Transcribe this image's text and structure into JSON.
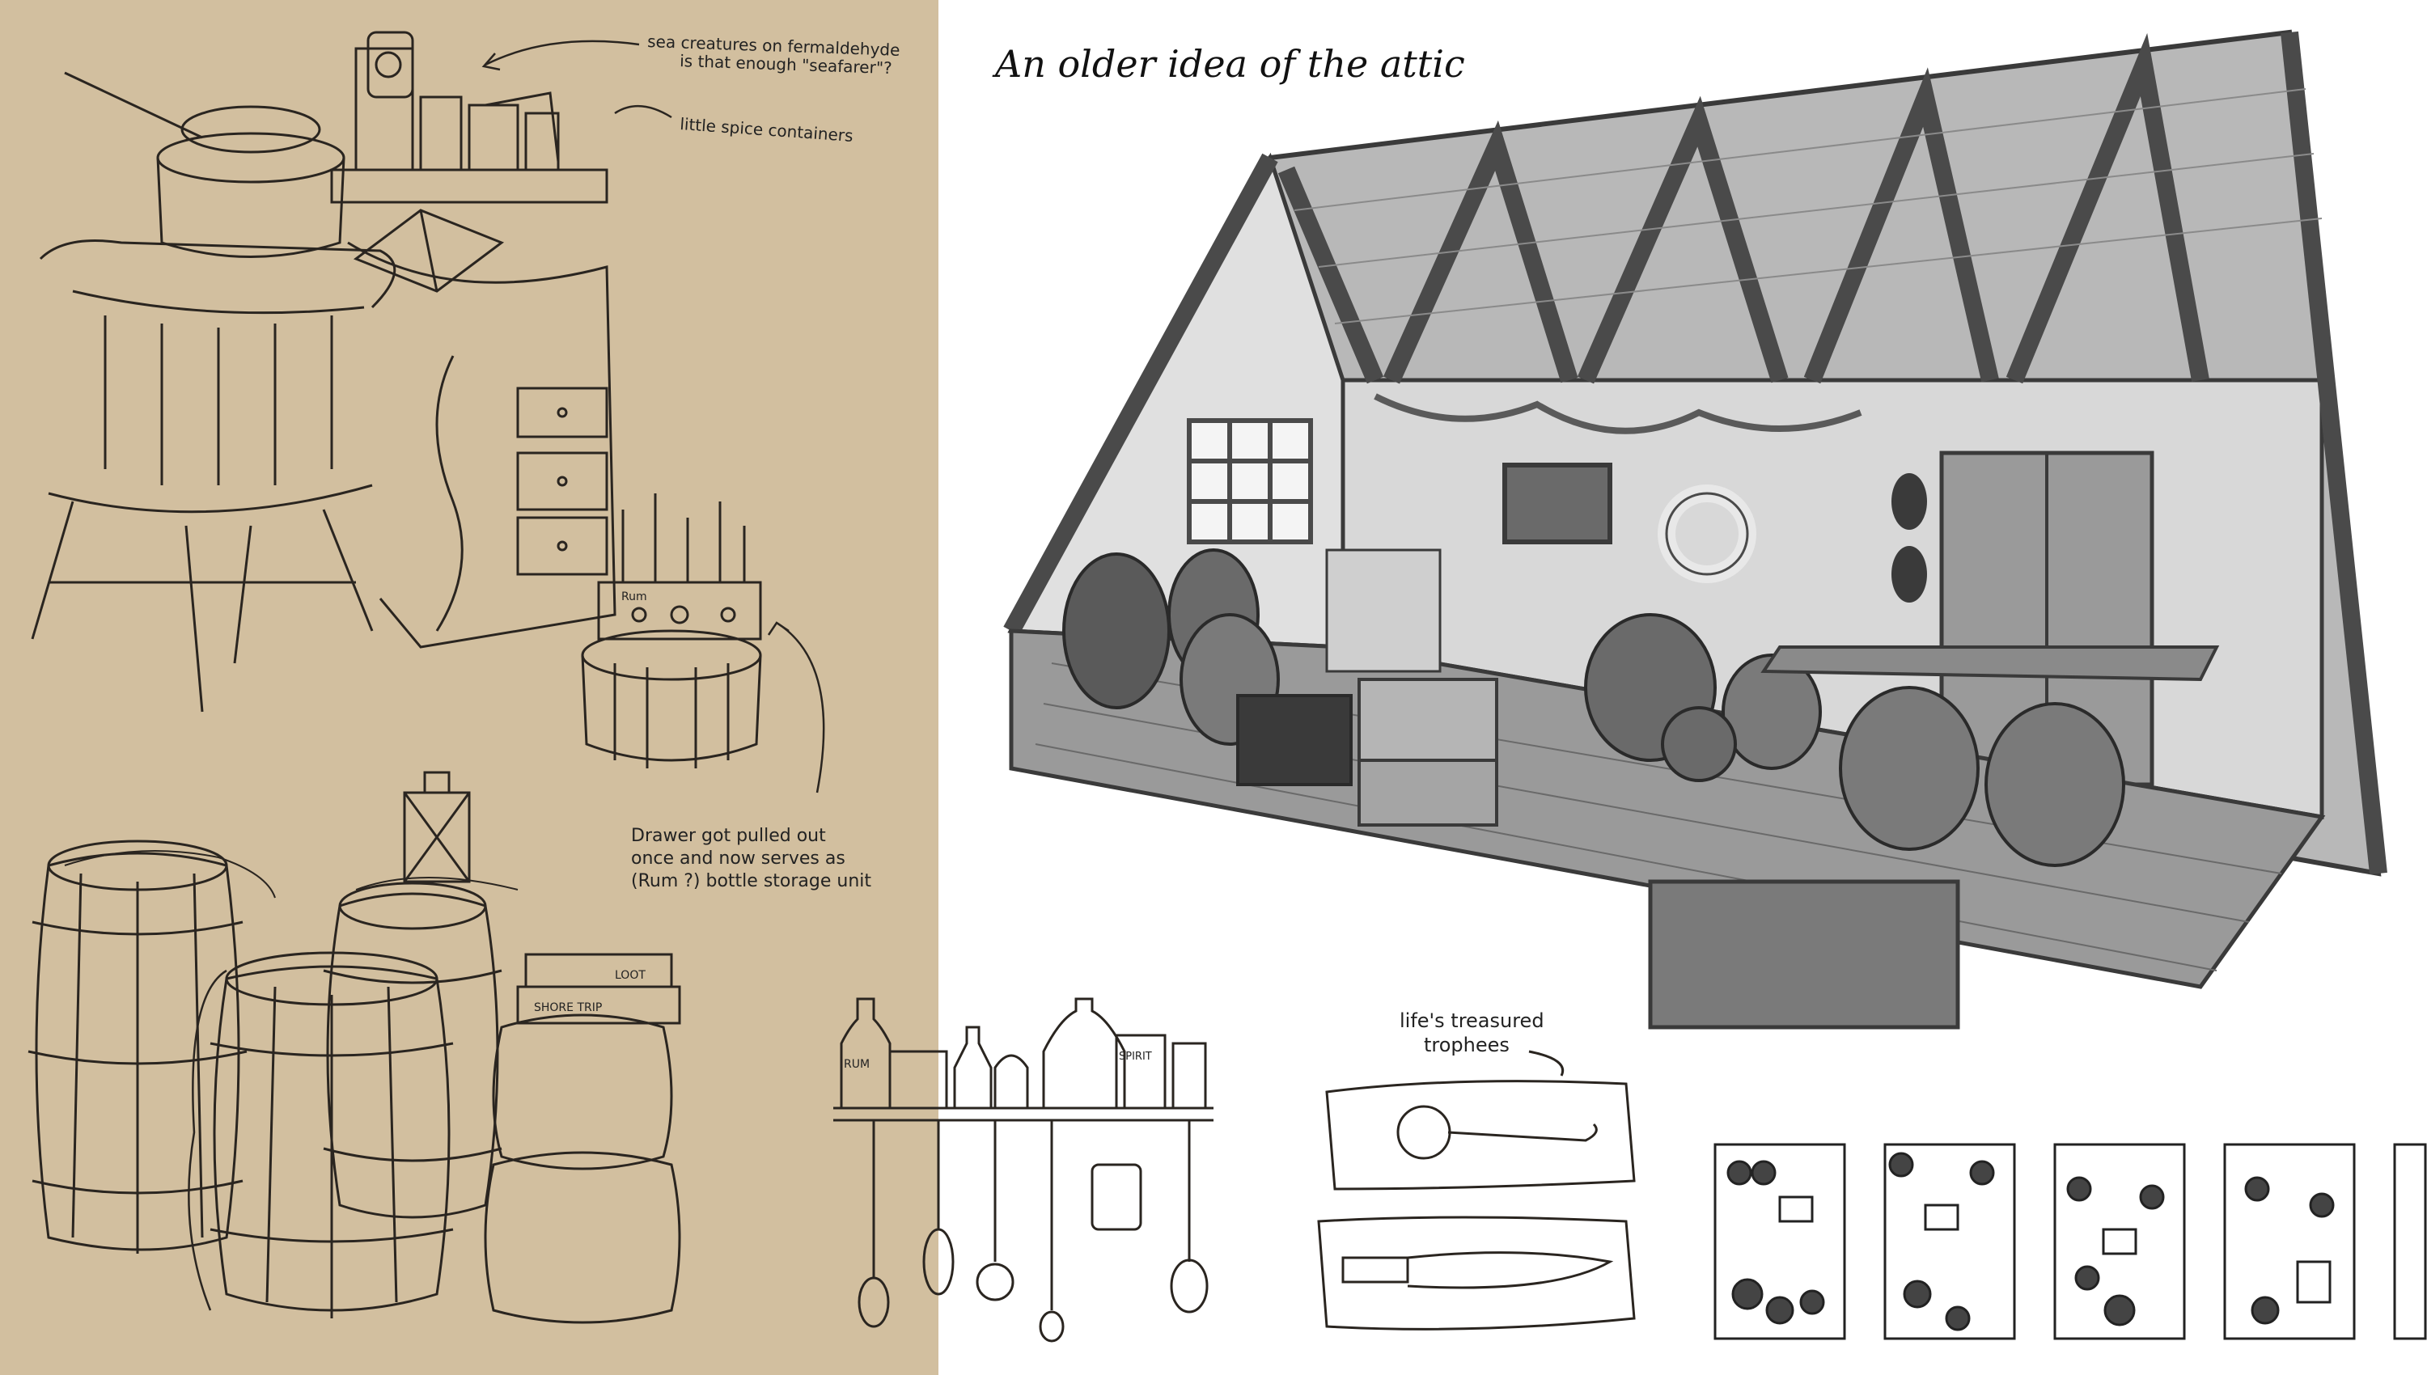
{
  "title": "An older idea of the attic",
  "notes": {
    "sea_creatures_line1": "sea creatures on fermaldehyde",
    "sea_creatures_line2": "is that enough \"seafarer\"?",
    "spice": "little spice containers",
    "drawer_line1": "Drawer got pulled out",
    "drawer_line2": "once and now serves as",
    "drawer_line3": "(Rum ?) bottle storage unit",
    "trophies_line1": "life's treasured",
    "trophies_line2": "trophees"
  },
  "labels": {
    "bottle_rum": "RUM",
    "bottle_spirit": "SPIRIT",
    "book_title_1": "SHORE TRIP",
    "book_title_2": "LOOT",
    "drawer_label": "Rum"
  },
  "colors": {
    "sketch_bg": "#d2bf9f",
    "ink": "#2a2520",
    "render_dark": "#4a4a4a",
    "render_mid": "#8a8a8a",
    "render_light": "#c9c9c9",
    "floor": "#9a9a9a"
  },
  "floorplans": {
    "count": 5
  }
}
